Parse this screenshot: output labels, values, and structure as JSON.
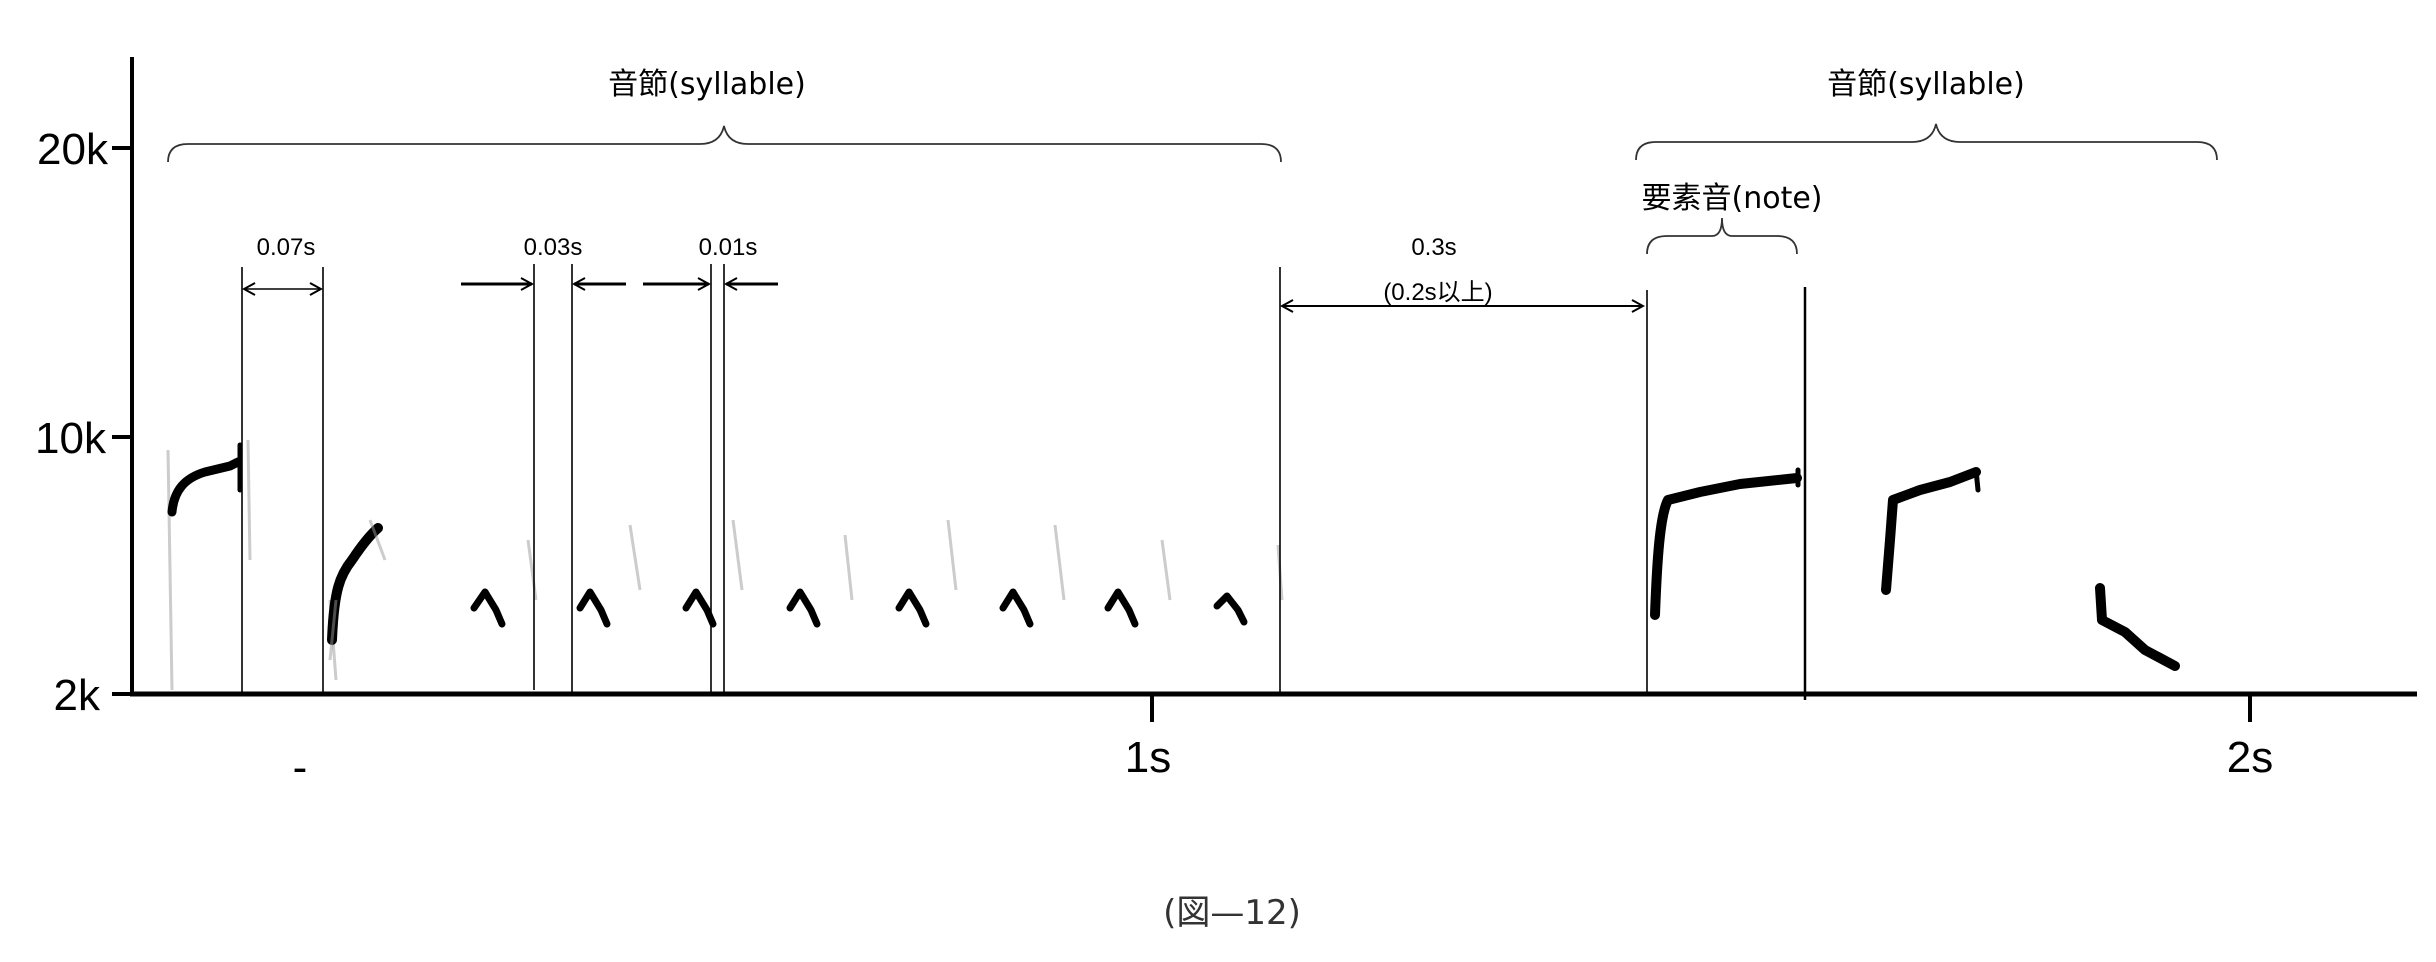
{
  "axes": {
    "y_ticks": [
      "20k",
      "10k",
      "2k"
    ],
    "x_ticks": [
      "1s",
      "2s"
    ],
    "x_minor_label": "-"
  },
  "annotations": {
    "syllable_1": "音節(syllable)",
    "syllable_2": "音節(syllable)",
    "note": "要素音(note)",
    "gap_007": "0.07s",
    "gap_003": "0.03s",
    "gap_001": "0.01s",
    "gap_03": "0.3s",
    "gap_03_note": "(0.2s以上)"
  },
  "caption": "(図—12)",
  "colors": {
    "ink": "#000000",
    "background": "#ffffff"
  }
}
